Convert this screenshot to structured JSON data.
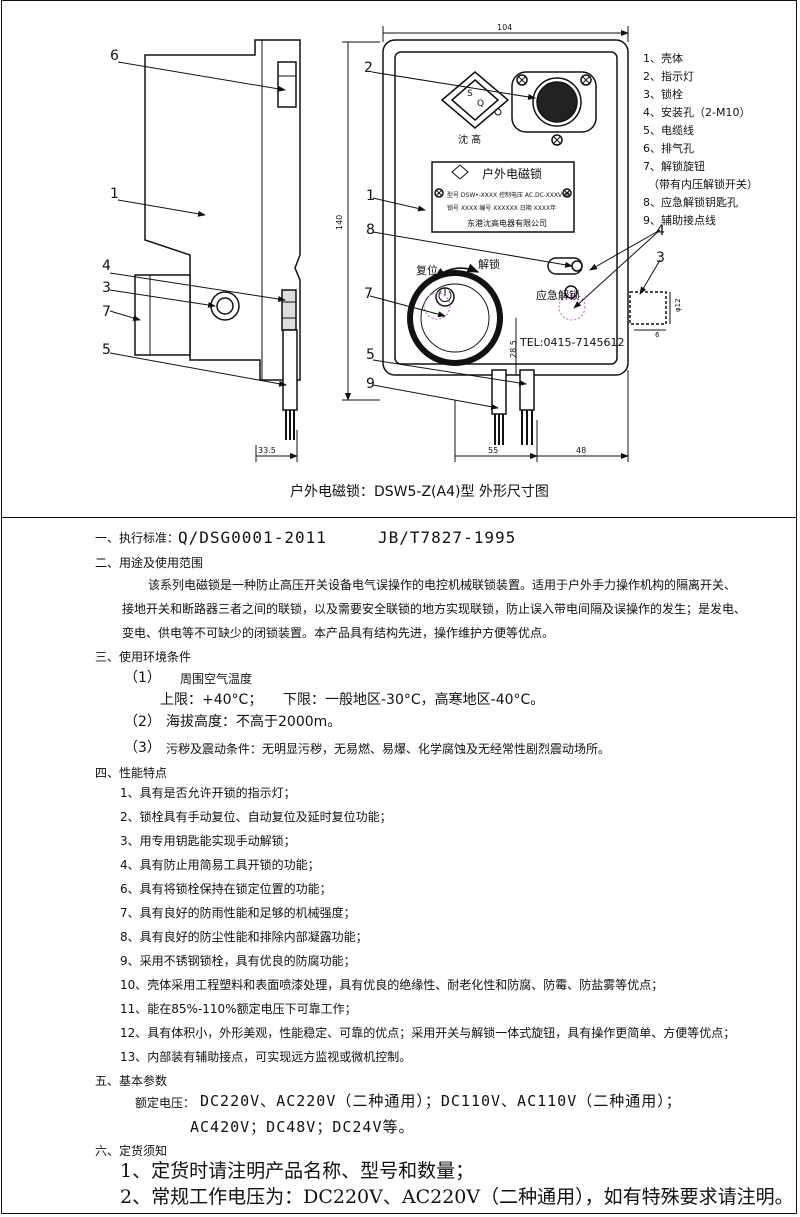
{
  "drawing": {
    "caption": "户外电磁锁：DSW5-Z(A4)型 外形尺寸图",
    "parts": [
      "1、壳体",
      "2、指示灯",
      "3、锁栓",
      "4、安装孔（2-M10）",
      "5、电缆线",
      "6、排气孔",
      "7、解锁旋钮",
      "（带有内压解锁开关）",
      "8、应急解锁钥匙孔",
      "9、辅助接点线"
    ],
    "callouts": [
      "1",
      "2",
      "3",
      "4",
      "5",
      "6",
      "7",
      "8",
      "9"
    ],
    "dimensions": {
      "width_top": "104",
      "height_left": "140",
      "bottom_left": "33.5",
      "bottom_mid": "55",
      "bottom_right": "48",
      "inner_height": "28.5",
      "side_dia": "φ12",
      "side_len": "6"
    },
    "nameplate": {
      "logo_text": "沈 髙",
      "logo_letters": [
        "S",
        "Q"
      ],
      "title": "户外电磁锁",
      "row1": "型号 DSW•-XXXX 控制电压 AC.DC-XXXV 供",
      "row2": "锁号 XXXX 编号 XXXXXX 日期 XXXX年",
      "maker": "东港沈高电器有限公司"
    },
    "knob_labels": {
      "reset": "复位",
      "unlock": "解锁",
      "emergency": "应急解锁"
    },
    "tel": "TEL:0415-7145612"
  },
  "spec": {
    "s1_label": "一、执行标准：",
    "s1_std1": "Q/DSG0001-2011",
    "s1_std2": "JB/T7827-1995",
    "s2_label": "二、用途及使用范围",
    "s2_p1": "该系列电磁锁是一种防止高压开关设备电气误操作的电控机械联锁装置。适用于户外手力操作机构的隔离开关、",
    "s2_p2": "接地开关和断路器三者之间的联锁，以及需要安全联锁的地方实现联锁，防止误入带电间隔及误操作的发生；是发电、",
    "s2_p3": "变电、供电等不可缺少的闭锁装置。本产品具有结构先进，操作维护方便等优点。",
    "s3_label": "三、使用环境条件",
    "s3_i1_num": "（1）",
    "s3_i1_text": "周围空气温度",
    "s3_i1_upper": "上限：+40°C；",
    "s3_i1_lower": "下限：一般地区-30°C，高寒地区-40°C。",
    "s3_i2_num": "（2）",
    "s3_i2_text": "海拔高度：不高于2000m。",
    "s3_i3_num": "（3）",
    "s3_i3_text": "污秽及震动条件：无明显污秽，无易燃、易爆、化学腐蚀及无经常性剧烈震动场所。",
    "s4_label": "四、性能特点",
    "features": [
      "1、具有是否允许开锁的指示灯；",
      "2、锁栓具有手动复位、自动复位及延时复位功能；",
      "3、用专用钥匙能实现手动解锁；",
      "4、具有防止用简易工具开锁的功能；",
      "6、具有将锁栓保持在锁定位置的功能；",
      "7、具有良好的防雨性能和足够的机械强度；",
      "8、具有良好的防尘性能和排除内部凝露功能；",
      "9、采用不锈钢锁栓，具有优良的防腐功能；",
      "10、壳体采用工程塑料和表面喷漆处理，具有优良的绝缘性、耐老化性和防腐、防霉、防盐雾等优点；",
      "11、能在85%-110%额定电压下可靠工作；",
      "12、具有体积小，外形美观，性能稳定、可靠的优点；采用开关与解锁一体式旋钮，具有操作更简单、方便等优点；",
      "13、内部装有辅助接点，可实现远方监视或微机控制。"
    ],
    "s5_label": "五、基本参数",
    "s5_volt_label": "额定电压：",
    "s5_volt_line1": "DC220V、AC220V（二种通用）；DC110V、AC110V（二种通用）；",
    "s5_volt_line2": "AC420V；DC48V；DC24V等。",
    "s6_label": "六、定货须知",
    "s6_n1": "1、定货时请注明产品名称、型号和数量；",
    "s6_n2": "2、常规工作电压为：DC220V、AC220V（二种通用），如有特殊要求请注明。"
  }
}
